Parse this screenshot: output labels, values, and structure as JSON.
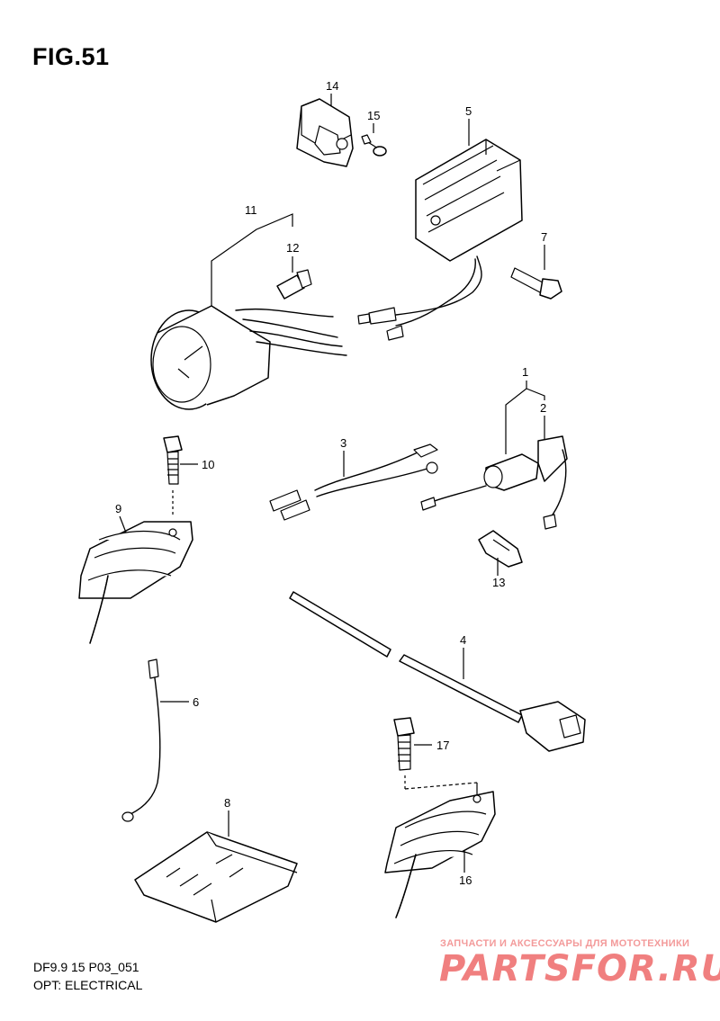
{
  "figure": {
    "title": "FIG.51",
    "code": "DF9.9 15 P03_051",
    "caption": "OPT: ELECTRICAL"
  },
  "watermark": {
    "tagline": "ЗАПЧАСТИ И АКСЕССУАРЫ ДЛЯ МОТОТЕХНИКИ",
    "brand": "PARTSFOR.RU",
    "color": "#f07f7f"
  },
  "callouts": {
    "c1": "1",
    "c2": "2",
    "c3": "3",
    "c4": "4",
    "c5": "5",
    "c6": "6",
    "c7": "7",
    "c8": "8",
    "c9": "9",
    "c10": "10",
    "c11": "11",
    "c12": "12",
    "c13": "13",
    "c14": "14",
    "c15": "15",
    "c16": "16",
    "c17": "17"
  }
}
